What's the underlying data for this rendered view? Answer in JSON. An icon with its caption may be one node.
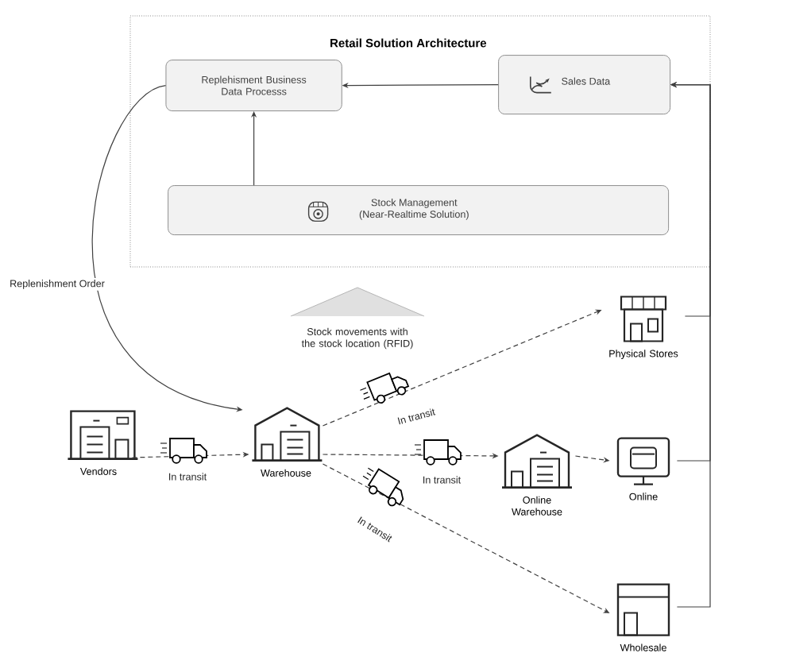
{
  "diagram": {
    "nodes": [
      {
        "text": [
          "Retail Solution Architecture"
        ]
      },
      {
        "text": [
          "Replehisment Business Data Processs"
        ],
        "in": 0
      },
      {
        "text": [
          "Sales Data"
        ],
        "in": 0
      },
      {
        "text": [
          "Stock Management (Near-Realtime Solution)"
        ],
        "in": 0
      },
      {
        "text": [
          "Stock movements with the stock location (RFID)"
        ]
      },
      {
        "text": [
          "Vendors"
        ]
      },
      {
        "text": [
          "Warehouse"
        ]
      },
      {
        "text": [
          "Physical Stores"
        ]
      },
      {
        "text": [
          "Online Warehouse"
        ]
      },
      {
        "text": [
          "Online"
        ]
      },
      {
        "text": [
          "Wholesale"
        ]
      }
    ],
    "edges": [
      {
        "from": 2,
        "to": 1,
        "arrow": "to"
      },
      {
        "from": 3,
        "to": 1,
        "arrow": "to"
      },
      {
        "from": 1,
        "to": 6,
        "arrow": "to",
        "label": "Replenishment Order"
      },
      {
        "from": 5,
        "to": 6,
        "arrow": "to",
        "style": "dashed",
        "label": "In transit"
      },
      {
        "from": 6,
        "to": 7,
        "arrow": "to",
        "style": "dashed",
        "label": "In transit"
      },
      {
        "from": 6,
        "to": 8,
        "arrow": "to",
        "style": "dashed",
        "label": "In transit"
      },
      {
        "from": 8,
        "to": 9,
        "arrow": "to",
        "style": "dashed"
      },
      {
        "from": 6,
        "to": 10,
        "arrow": "to",
        "style": "dashed",
        "label": "In transit"
      },
      {
        "from": 7,
        "to": 2,
        "arrow": "to"
      },
      {
        "from": 9,
        "to": 2,
        "arrow": "to"
      },
      {
        "from": 10,
        "to": 2,
        "arrow": "to"
      }
    ]
  }
}
